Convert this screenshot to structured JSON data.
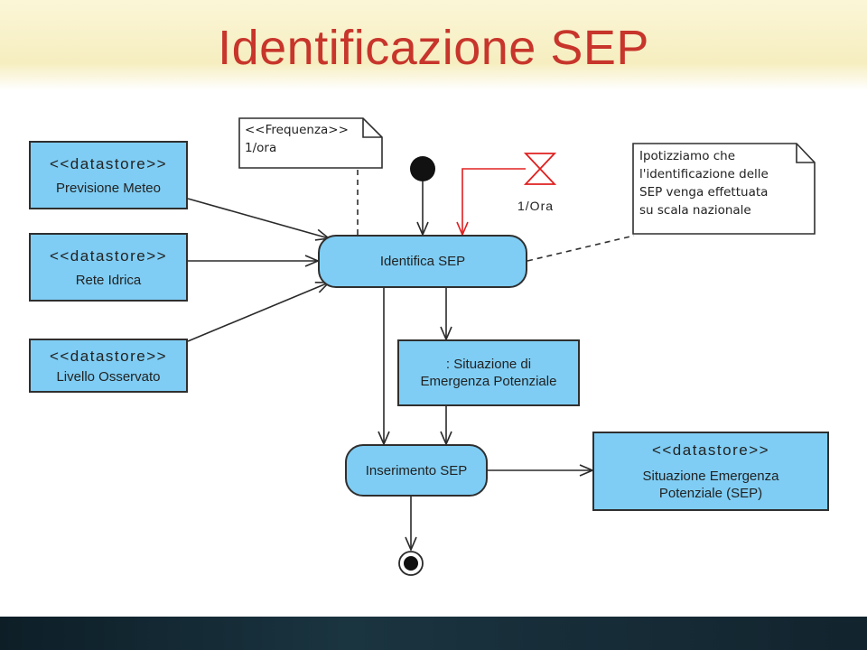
{
  "title": "Identificazione SEP",
  "notes": {
    "frequency_note": {
      "stereotype": "<<Frequenza>>",
      "value": "1/ora"
    },
    "hypothesis_note": {
      "lines": [
        "Ipotizziamo che",
        "l'identificazione delle",
        "SEP venga effettuata",
        "su scala nazionale"
      ]
    }
  },
  "time_event_label": "1/Ora",
  "datastores": {
    "meteo": {
      "stereotype": "<<datastore>>",
      "name": "Previsione Meteo"
    },
    "rete": {
      "stereotype": "<<datastore>>",
      "name": "Rete Idrica"
    },
    "livello": {
      "stereotype": "<<datastore>>",
      "name": "Livello Osservato"
    },
    "situazione": {
      "stereotype": "<<datastore>>",
      "name_line1": "Situazione Emergenza",
      "name_line2": "Potenziale (SEP)"
    }
  },
  "actions": {
    "identifica": "Identifica SEP",
    "inserimento": "Inserimento SEP"
  },
  "object_node": {
    "line1": ": Situazione di",
    "line2": "Emergenza Potenziale"
  },
  "colors": {
    "title": "#c7352b",
    "node_fill": "#7fcdf4",
    "time_event": "#e02020"
  }
}
